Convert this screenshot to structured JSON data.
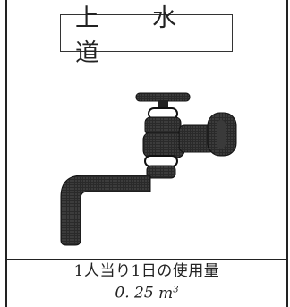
{
  "title": "上　水　道",
  "caption": {
    "line1": "1人当り1日の使用量",
    "amount": "0. 25",
    "unit": "m",
    "unit_exp": "3"
  },
  "illustration": {
    "icon": "water-faucet-icon",
    "color": "#2a2a2a"
  }
}
